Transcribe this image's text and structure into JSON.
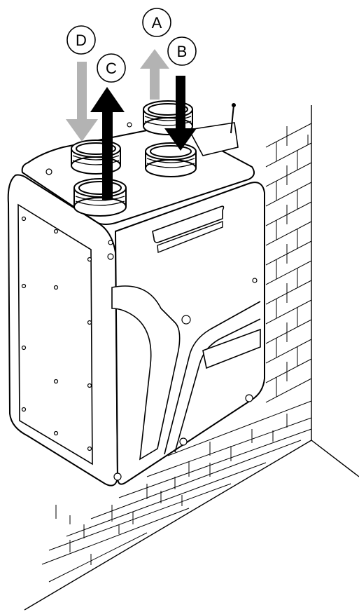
{
  "labels": {
    "a": "A",
    "b": "B",
    "c": "C",
    "d": "D"
  },
  "colors": {
    "line": "#000000",
    "arrow_dark": "#000000",
    "arrow_light": "#b3b3b3",
    "background": "#ffffff"
  }
}
